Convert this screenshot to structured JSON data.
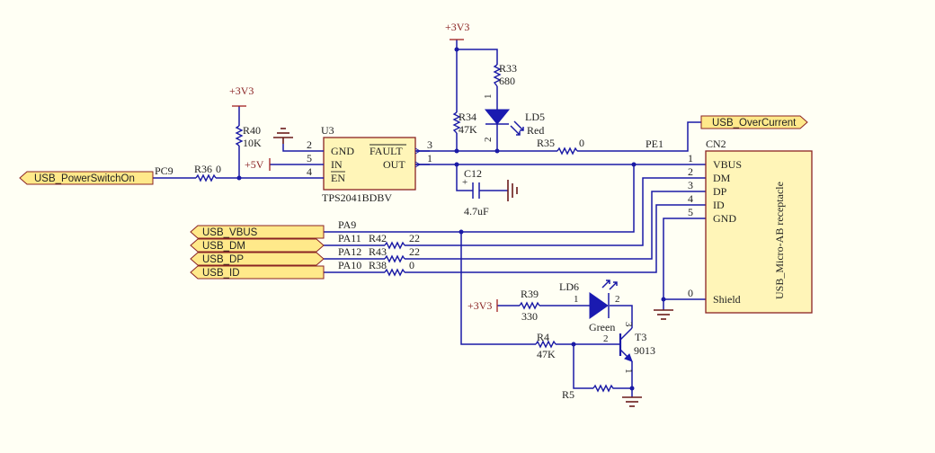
{
  "ports": {
    "power_switch_on": "USB_PowerSwitchOn",
    "over_current": "USB_OverCurrent",
    "vbus": "USB_VBUS",
    "dm": "USB_DM",
    "dp": "USB_DP",
    "id": "USB_ID"
  },
  "power": {
    "v3a": "+3V3",
    "v3b": "+3V3",
    "v3c": "+3V3",
    "v5": "+5V"
  },
  "nets": {
    "pc9": "PC9",
    "pe1": "PE1",
    "pa9": "PA9",
    "pa11": "PA11",
    "pa12": "PA12",
    "pa10": "PA10"
  },
  "components": {
    "r40": {
      "ref": "R40",
      "value": "10K"
    },
    "r36": {
      "ref": "R36",
      "value": "0"
    },
    "r33": {
      "ref": "R33",
      "value": "680"
    },
    "r34": {
      "ref": "R34",
      "value": "47K"
    },
    "r35": {
      "ref": "R35",
      "value": "0"
    },
    "r42": {
      "ref": "R42",
      "value": "22"
    },
    "r43": {
      "ref": "R43",
      "value": "22"
    },
    "r38": {
      "ref": "R38",
      "value": "0"
    },
    "r39": {
      "ref": "R39",
      "value": "330"
    },
    "r4": {
      "ref": "R4",
      "value": "47K"
    },
    "r5": {
      "ref": "R5"
    },
    "c12": {
      "ref": "C12",
      "value": "4.7uF"
    },
    "ld5": {
      "ref": "LD5",
      "value": "Red"
    },
    "ld6": {
      "ref": "LD6",
      "value": "Green"
    },
    "t3": {
      "ref": "T3",
      "value": "9013"
    },
    "u3": {
      "ref": "U3",
      "part": "TPS2041BDBV",
      "pins": {
        "gnd": "GND",
        "in": "IN",
        "en": "EN",
        "fault": "FAULT",
        "out": "OUT"
      },
      "pin_numbers": {
        "gnd": "2",
        "in": "5",
        "en": "4",
        "fault": "3",
        "out": "1"
      }
    },
    "cn2": {
      "ref": "CN2",
      "part": "USB_Micro-AB receptacle",
      "pins": {
        "vbus": "VBUS",
        "dm": "DM",
        "dp": "DP",
        "id": "ID",
        "gnd": "GND",
        "shield": "Shield"
      },
      "pin_numbers": {
        "vbus": "1",
        "dm": "2",
        "dp": "3",
        "id": "4",
        "gnd": "5",
        "shield": "0"
      }
    }
  },
  "pin_labels": {
    "ld5_anode": "1",
    "ld5_cathode": "2",
    "ld6_anode": "1",
    "ld6_cathode": "2",
    "t3_base": "2",
    "t3_collector": "3",
    "t3_emitter": "1"
  }
}
